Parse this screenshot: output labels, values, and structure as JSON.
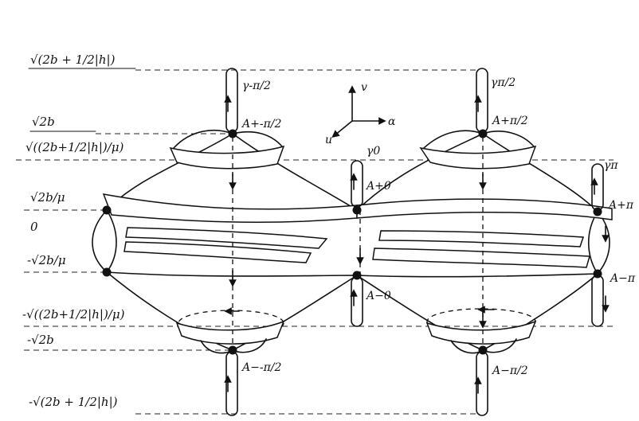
{
  "levels": {
    "top": "√(2b + 1/2|h|)",
    "sqrt2b": "√2b",
    "sqrt_mu": "√((2b+1/2|h|)/μ)",
    "sqrt2b_mu": "√2b/μ",
    "zero": "0",
    "neg_sqrt2b_mu": "-√2b/μ",
    "neg_sqrt_mu": "-√((2b+1/2|h|)/μ)",
    "neg_sqrt2b": "-√2b",
    "bottom": "-√(2b + 1/2|h|)"
  },
  "gammas": {
    "g_minus_pi2": "γ-π/2",
    "g_pi2": "γπ/2",
    "g_0": "γ0",
    "g_pi": "γπ"
  },
  "points": {
    "A_plus_minus_pi2": "A+-π/2",
    "A_plus_pi2": "A+π/2",
    "A_plus_0": "A+0",
    "A_plus_pi": "A+π",
    "A_minus_pi": "A−π",
    "A_minus_0": "A−0",
    "A_minus_minus_pi2": "A−-π/2",
    "A_minus_pi2": "A−π/2"
  },
  "axes": {
    "v": "v",
    "alpha": "α",
    "u": "u"
  }
}
